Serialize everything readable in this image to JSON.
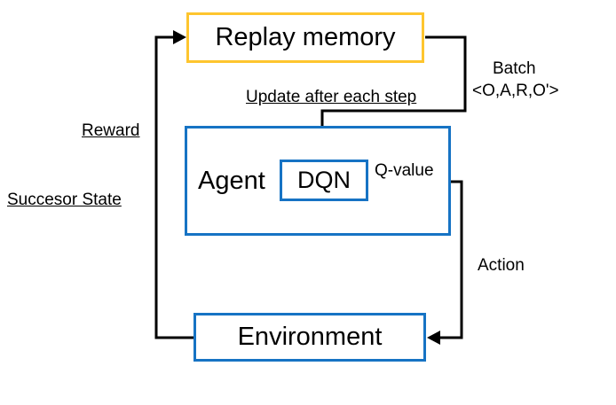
{
  "diagram": {
    "title": "DQN reinforcement learning loop",
    "nodes": {
      "replay_memory": {
        "label": "Replay memory"
      },
      "agent": {
        "label": "Agent"
      },
      "dqn": {
        "label": "DQN"
      },
      "environment": {
        "label": "Environment"
      }
    },
    "labels": {
      "batch_line1": "Batch",
      "batch_line2": "<O,A,R,O'>",
      "update": "Update after each step",
      "reward": "Reward",
      "successor_state": "Succesor State",
      "q_value": "Q-value",
      "action": "Action"
    },
    "colors": {
      "replay_border": "#fec52e",
      "node_border": "#1673c4",
      "arrow": "#000000"
    }
  }
}
